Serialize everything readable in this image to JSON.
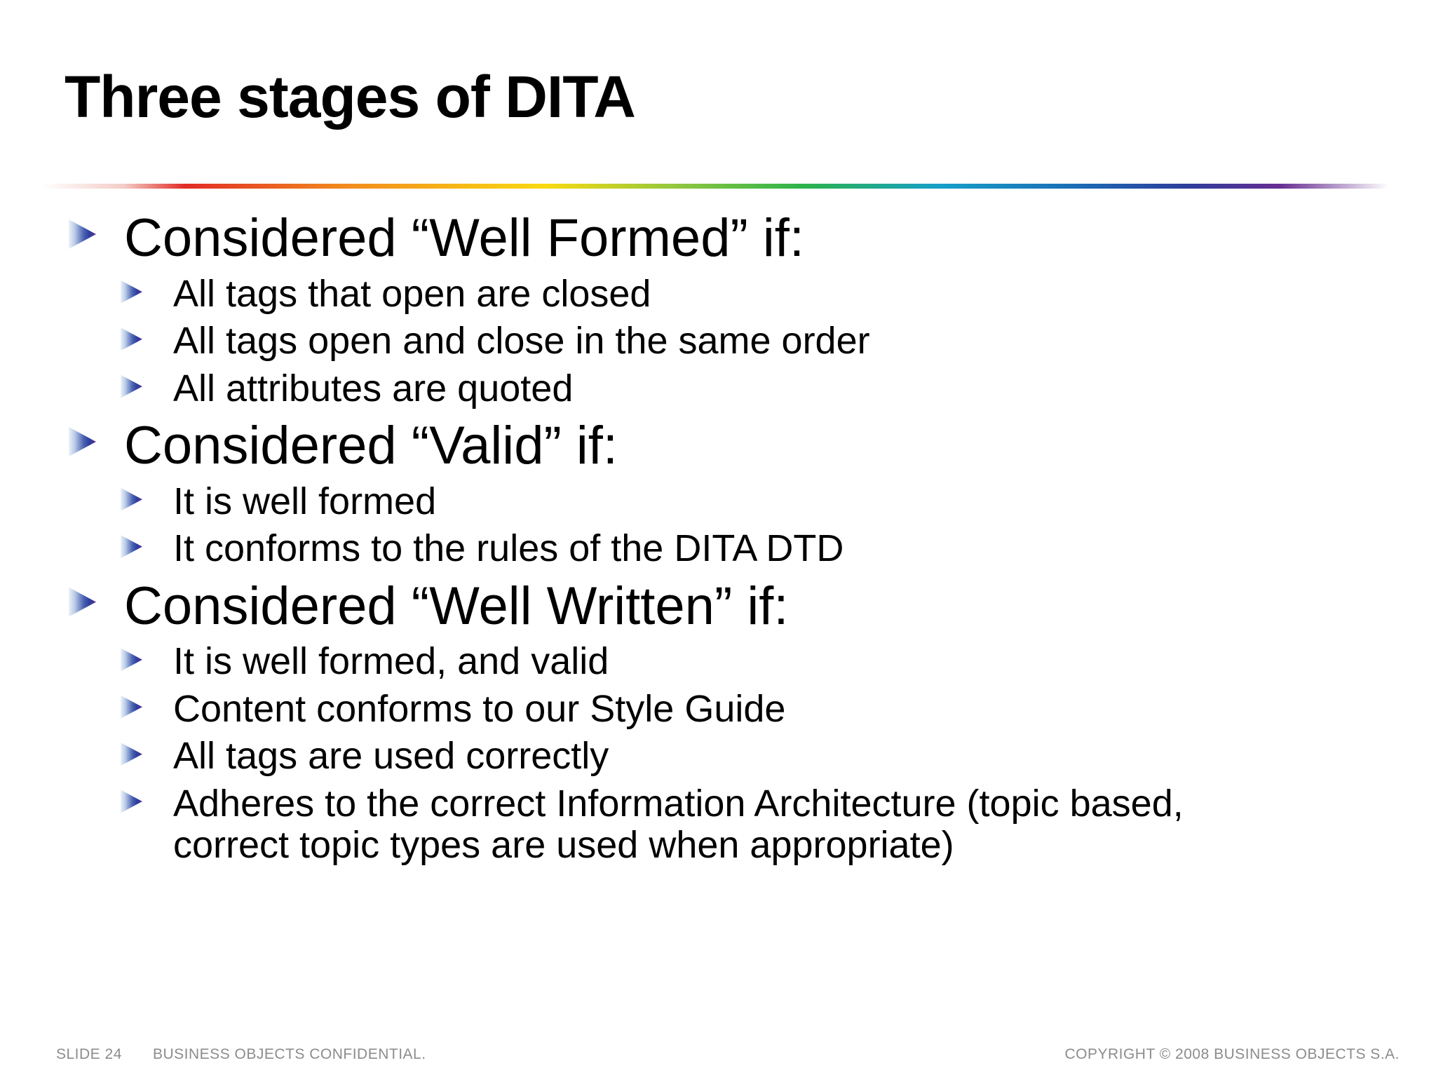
{
  "slide": {
    "title": "Three stages of DITA",
    "bullets": [
      {
        "label": "Considered “Well Formed” if:",
        "children": [
          "All tags that open are closed",
          "All tags open and close in the same order",
          "All attributes are quoted"
        ]
      },
      {
        "label": "Considered “Valid” if:",
        "children": [
          "It is well formed",
          "It conforms to the rules of the DITA DTD"
        ]
      },
      {
        "label": "Considered “Well Written” if:",
        "children": [
          "It is well formed, and valid",
          "Content conforms to our Style Guide",
          "All tags are used correctly",
          "Adheres to the correct Information Architecture (topic based, correct topic types are used when appropriate)"
        ]
      }
    ],
    "footer": {
      "slide_number": "SLIDE 24",
      "confidential": "BUSINESS OBJECTS CONFIDENTIAL.",
      "copyright": "COPYRIGHT © 2008 BUSINESS OBJECTS S.A."
    },
    "icons": {
      "bullet": "right-pointing-triangle"
    },
    "colors": {
      "background": "#ffffff",
      "body_text": "#000000",
      "footer_text": "#8c8c8c",
      "bullet_gradient": [
        "#eef3fa",
        "#4a62b1",
        "#2c3f9f",
        "#5c2e91"
      ],
      "rainbow_divider": [
        "#e12b26",
        "#f2891e",
        "#f8da11",
        "#8dc63f",
        "#2bb34b",
        "#169fc9",
        "#1b6cb5",
        "#2c3e9b",
        "#662d91"
      ]
    }
  }
}
